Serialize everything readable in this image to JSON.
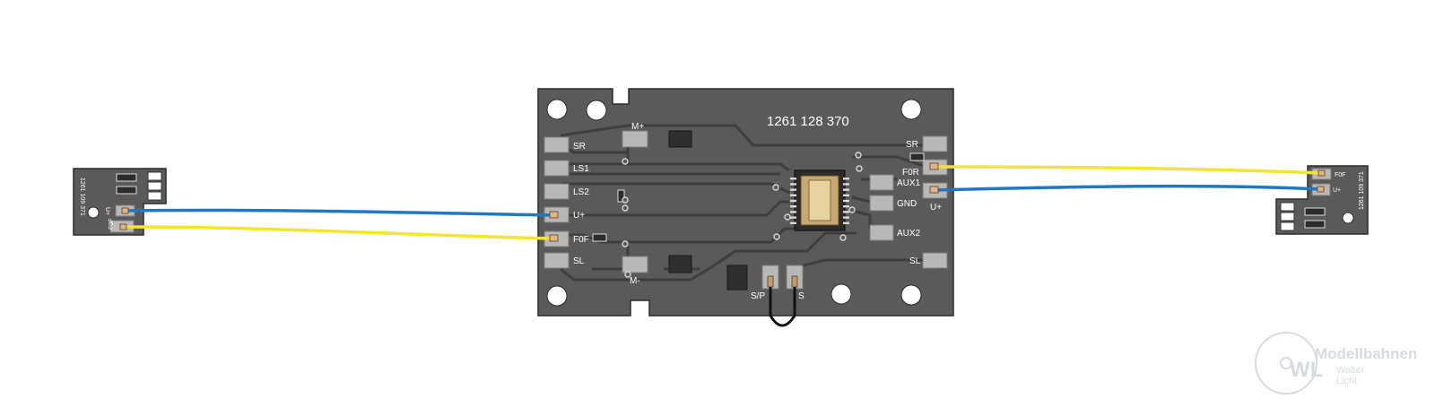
{
  "main_board": {
    "part_number": "1261 128 370",
    "labels": {
      "sr_left": "SR",
      "ls1": "LS1",
      "ls2": "LS2",
      "u_plus_left": "U+",
      "f0f": "F0F",
      "sl_left": "SL",
      "m_plus": "M+",
      "m_minus": "M-",
      "sr_right": "SR",
      "f0r": "F0R",
      "aux1": "AUX1",
      "gnd": "GND",
      "u_plus_right": "U+",
      "aux2": "AUX2",
      "sl_right": "SL",
      "sp": "S/P",
      "s": "S"
    }
  },
  "left_board": {
    "part_number": "1261 109 371",
    "label_u_plus": "U+",
    "label_f0f": "F0F"
  },
  "right_board": {
    "part_number": "1261 109 371",
    "label_f0f": "F0F",
    "label_u_plus": "U+"
  },
  "watermark": {
    "line1": "Modellbahnen",
    "line2": "Walter",
    "line3": "Licht"
  },
  "colors": {
    "wire_blue": "#1f78c1",
    "wire_yellow": "#f2e531",
    "pcb": "#5b5a59",
    "pad": "#b9b8b7"
  }
}
